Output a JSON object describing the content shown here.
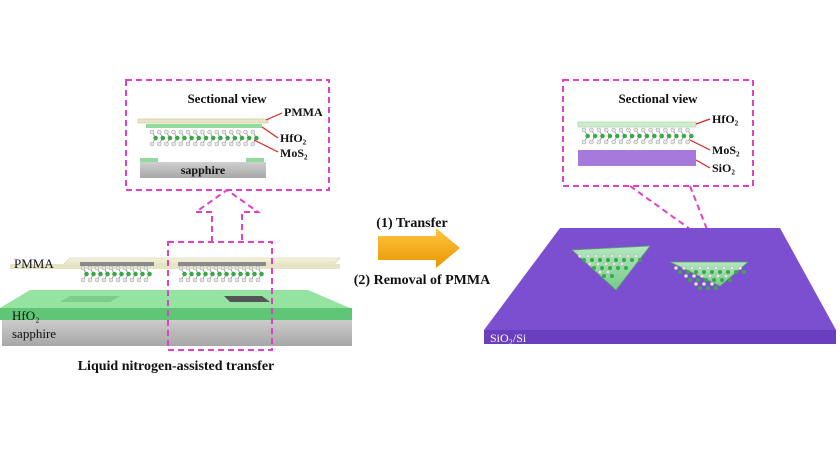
{
  "left_panel": {
    "inset": {
      "title": "Sectional view",
      "label_pmma": "PMMA",
      "label_hfo2": "HfO₂",
      "label_mos2": "MoS₂",
      "label_substrate": "sapphire"
    },
    "label_pmma": "PMMA",
    "label_hfo2": "HfO₂",
    "label_substrate": "sapphire",
    "caption": "Liquid nitrogen-assisted transfer"
  },
  "arrow": {
    "step1": "(1) Transfer",
    "step2": "(2) Removal of PMMA",
    "color": "#f5a500"
  },
  "right_panel": {
    "inset": {
      "title": "Sectional view",
      "label_hfo2": "HfO₂",
      "label_mos2": "MoS₂",
      "label_substrate": "SiO₂"
    },
    "substrate_label": "SiO₂/Si",
    "substrate_color": "#7b4fd0"
  },
  "colors": {
    "pmma": "#efeed6",
    "hfo2": "#7fd890",
    "sapphire": "#b8b8b8",
    "sio2": "#a679dc",
    "highlight": "#e040c8",
    "pointer": "#e02020"
  }
}
